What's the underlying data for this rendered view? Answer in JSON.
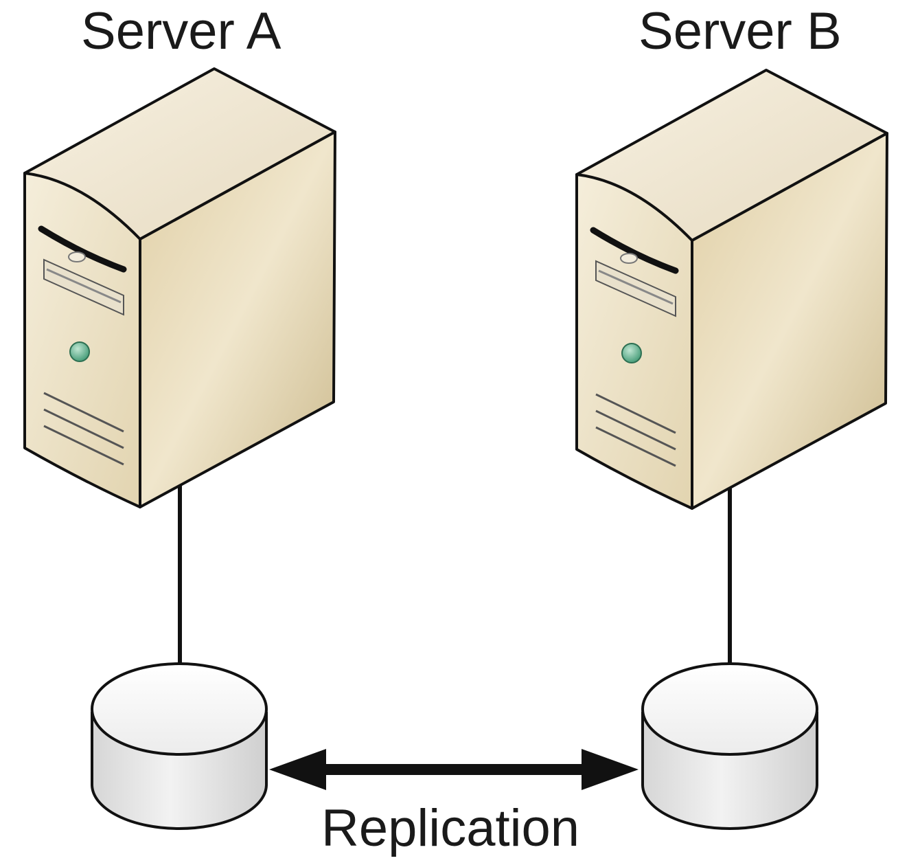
{
  "diagram": {
    "servers": [
      {
        "id": "server-a",
        "label": "Server A"
      },
      {
        "id": "server-b",
        "label": "Server B"
      }
    ],
    "connection": {
      "label": "Replication",
      "direction": "bidirectional"
    },
    "colors": {
      "server_body": "#ede3c8",
      "server_side": "#d6c59c",
      "server_top": "#f4ecd8",
      "led": "#5aa885",
      "disk_body": "#e4e4e4",
      "disk_top": "#f7f7f7",
      "outline": "#111111"
    }
  }
}
